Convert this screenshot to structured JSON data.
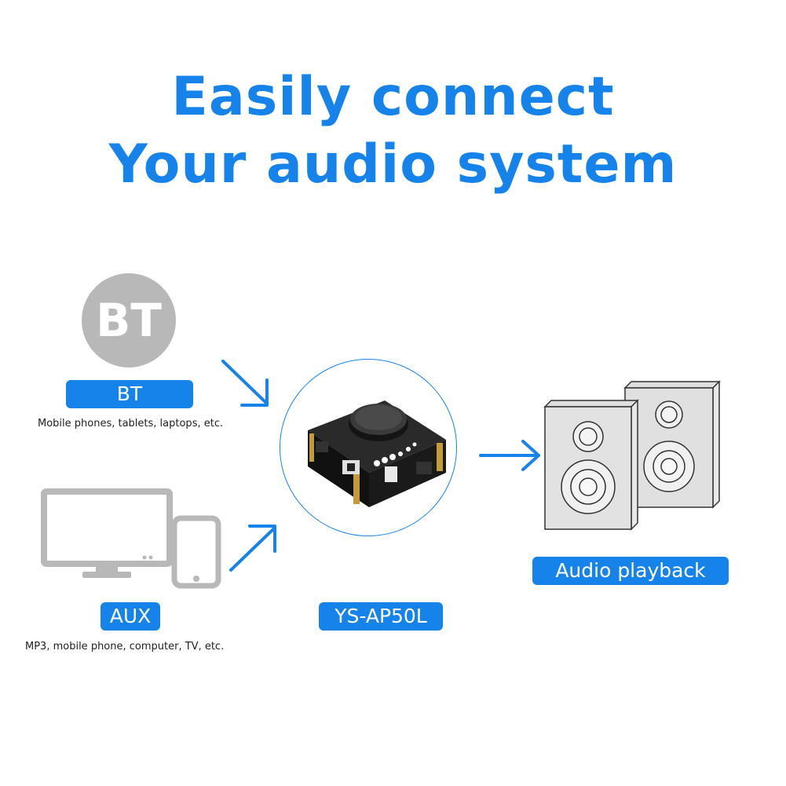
{
  "headline": {
    "line1": "Easily connect",
    "line2": "Your audio system"
  },
  "sources": {
    "bt": {
      "icon_label": "BT",
      "label": "BT",
      "caption": "Mobile phones, tablets, laptops, etc."
    },
    "aux": {
      "label": "AUX",
      "caption": "MP3, mobile phone, computer, TV, etc."
    }
  },
  "device": {
    "label": "YS-AP50L"
  },
  "output": {
    "label": "Audio playback"
  },
  "colors": {
    "accent": "#1683ea",
    "icon_gray": "#b8b8b8",
    "board": "#1a1a1a"
  }
}
